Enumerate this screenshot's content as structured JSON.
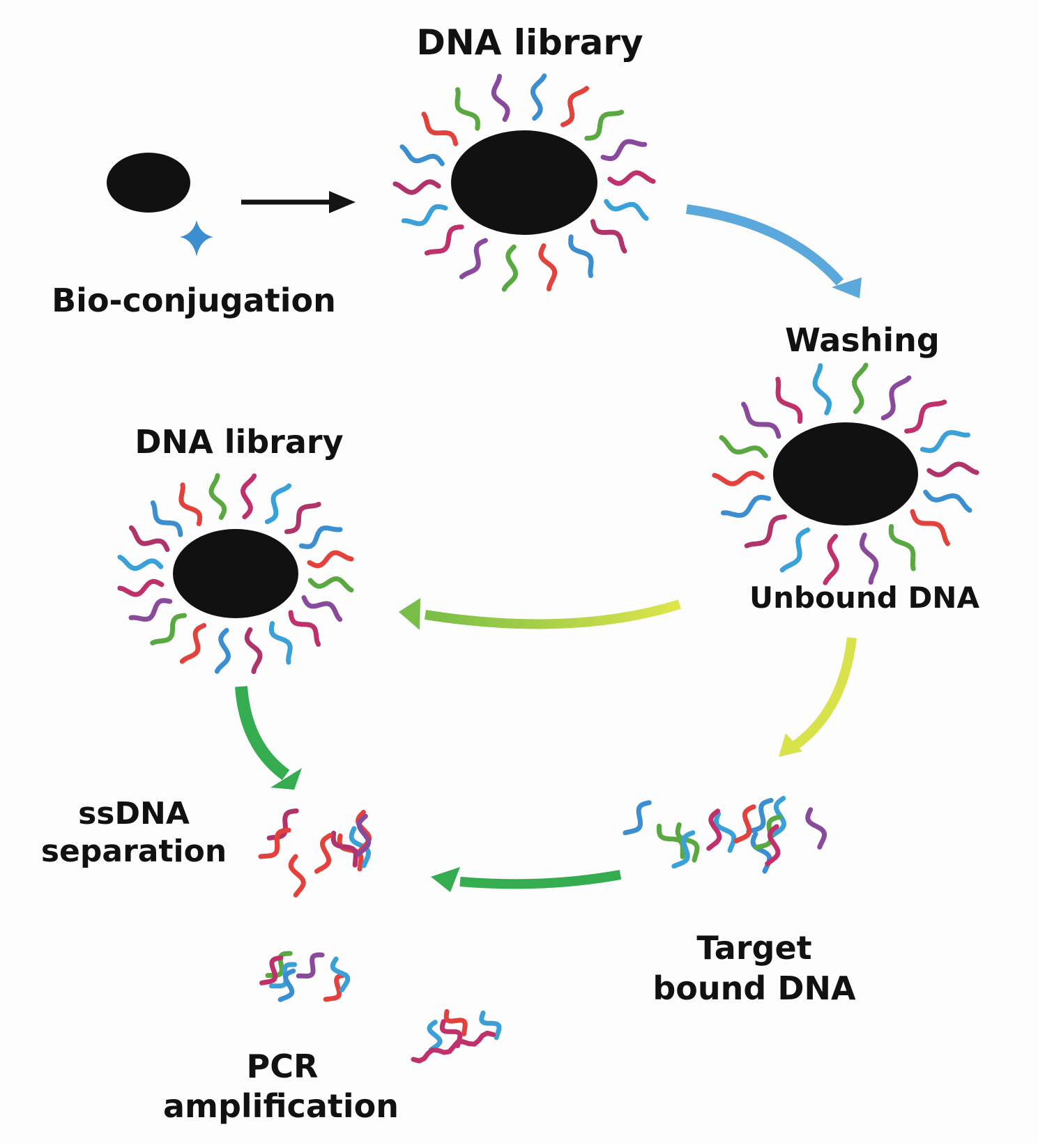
{
  "colors": {
    "bead": "#111111",
    "arrow_black": "#141414",
    "arrow_blue": "#5ba8dc",
    "arrow_yellow": "#d8e24a",
    "arrow_green_light": "#7cc046",
    "arrow_green": "#35ac4f",
    "star_blue": "#3b8fd1",
    "strands": [
      "#3b8fd1",
      "#e3413c",
      "#5aa842",
      "#8a4a9c",
      "#c0306b",
      "#3aa0d8",
      "#b0336a"
    ]
  },
  "labels": {
    "dna_library_top": "DNA library",
    "bio_conjugation": "Bio-conjugation",
    "washing": "Washing",
    "dna_library_left": "DNA library",
    "unbound_dna": "Unbound DNA",
    "ssdna_line1": "ssDNA",
    "ssdna_line2": "separation",
    "target_line1": "Target",
    "target_line2": "bound DNA",
    "pcr_line1": "PCR",
    "pcr_line2": "amplification"
  },
  "nodes": [
    {
      "id": "bead",
      "description": "Unconjugated bead with ligand (star)"
    },
    {
      "id": "library-top",
      "description": "Bead coated with DNA library"
    },
    {
      "id": "washing",
      "description": "Bead after washing"
    },
    {
      "id": "library-left",
      "description": "Bead with unbound DNA library"
    },
    {
      "id": "target-bound",
      "description": "Target bound DNA strands"
    },
    {
      "id": "ssdna",
      "description": "Separated ssDNA strands"
    },
    {
      "id": "pcr",
      "description": "PCR amplified strands"
    }
  ],
  "edges": [
    {
      "from": "bead",
      "to": "library-top",
      "color": "black"
    },
    {
      "from": "library-top",
      "to": "washing",
      "color": "blue"
    },
    {
      "from": "washing",
      "to": "library-left",
      "color": "yellow-green",
      "label": "Unbound DNA"
    },
    {
      "from": "washing",
      "to": "target-bound",
      "color": "yellow"
    },
    {
      "from": "target-bound",
      "to": "ssdna",
      "color": "green"
    },
    {
      "from": "library-left",
      "to": "ssdna",
      "color": "green"
    }
  ]
}
